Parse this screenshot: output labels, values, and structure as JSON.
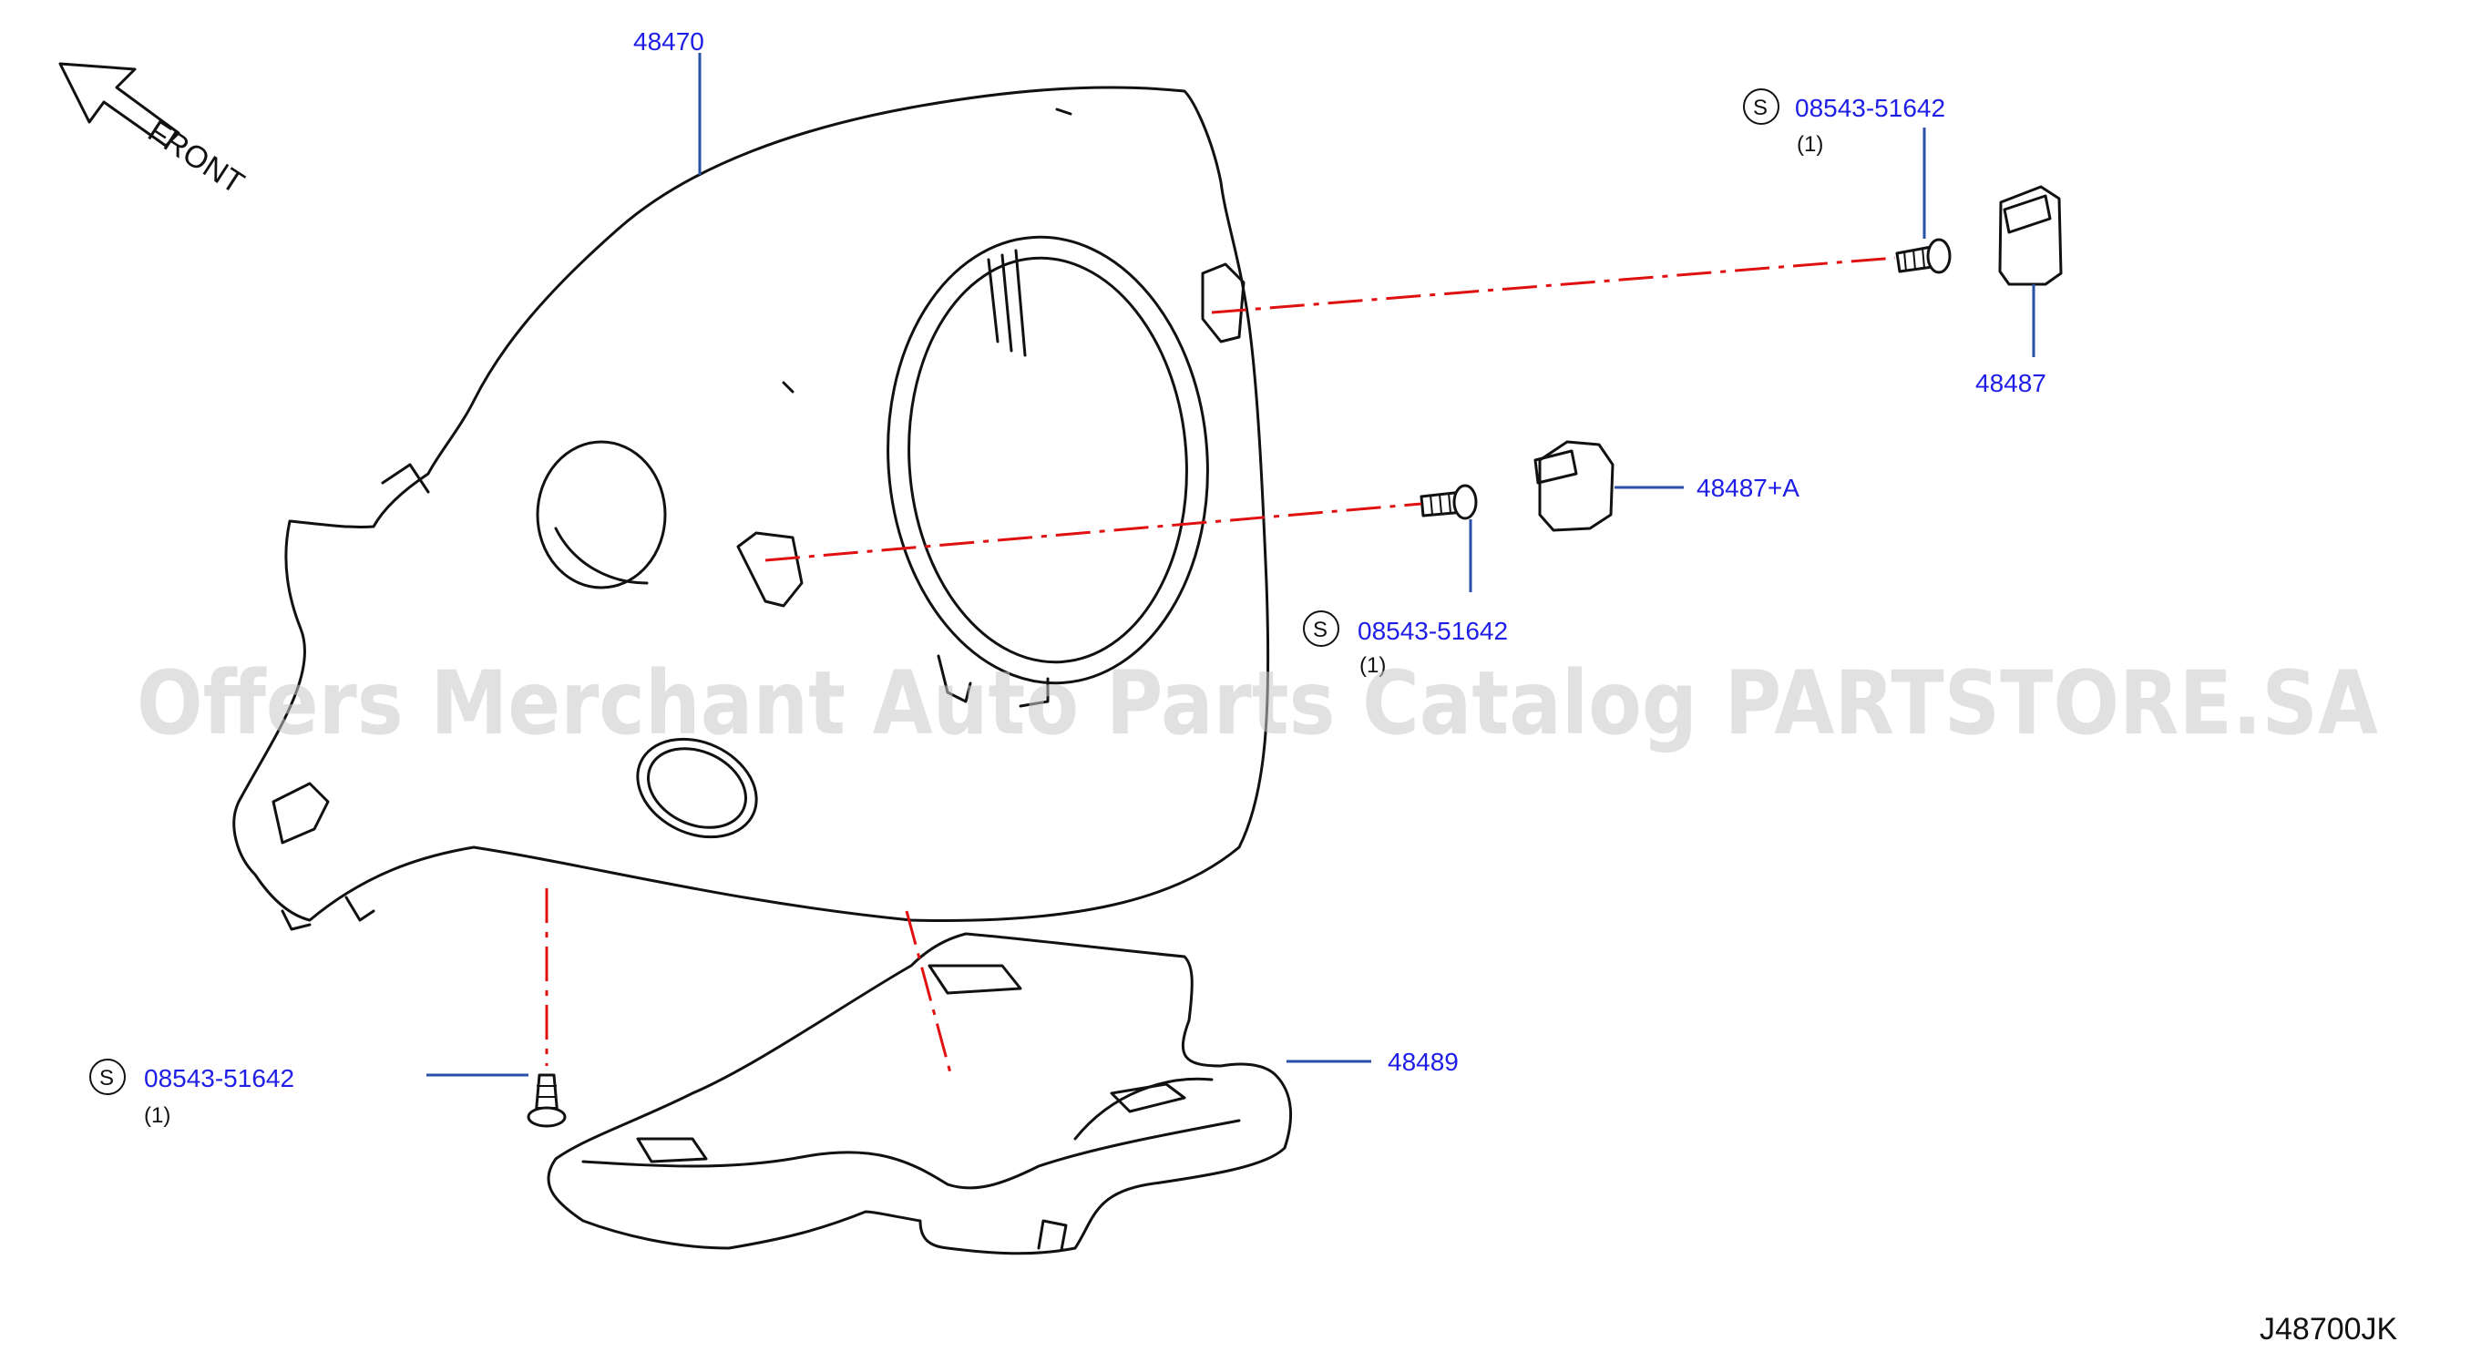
{
  "front_label": "FRONT",
  "diagram_code": "J48700JK",
  "watermark": "Offers Merchant Auto Parts Catalog PARTSTORE.SA",
  "callouts": {
    "p48470": {
      "part_no": "48470"
    },
    "p48487": {
      "part_no": "48487"
    },
    "p48487a": {
      "part_no": "48487+A"
    },
    "p48489": {
      "part_no": "48489"
    },
    "screw_top": {
      "symbol": "S",
      "part_no": "08543-51642",
      "qty": "(1)"
    },
    "screw_mid": {
      "symbol": "S",
      "part_no": "08543-51642",
      "qty": "(1)"
    },
    "screw_left": {
      "symbol": "S",
      "part_no": "08543-51642",
      "qty": "(1)"
    }
  },
  "colors": {
    "label": "#1e1ee6",
    "leader": "#2a4fa8",
    "center_line": "#e01010",
    "outline": "#111111",
    "watermark": "#c8c8c8"
  }
}
